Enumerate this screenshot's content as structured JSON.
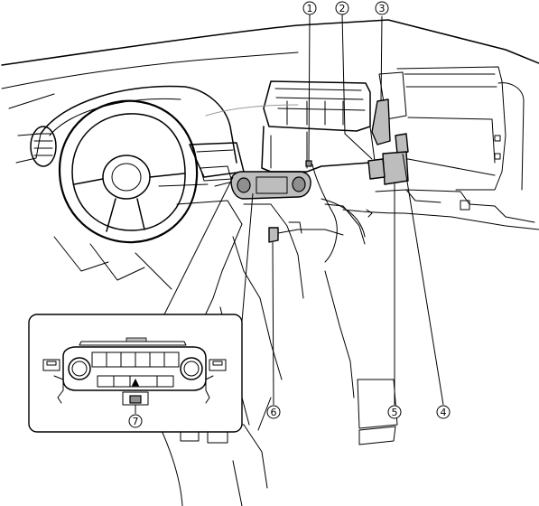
{
  "callouts": [
    {
      "id": "c1",
      "label": "1"
    },
    {
      "id": "c2",
      "label": "2"
    },
    {
      "id": "c3",
      "label": "3"
    },
    {
      "id": "c4",
      "label": "4"
    },
    {
      "id": "c5",
      "label": "5"
    },
    {
      "id": "c6",
      "label": "6"
    },
    {
      "id": "c7",
      "label": "7"
    }
  ],
  "panel_buttons": {
    "hazard": "▲"
  }
}
